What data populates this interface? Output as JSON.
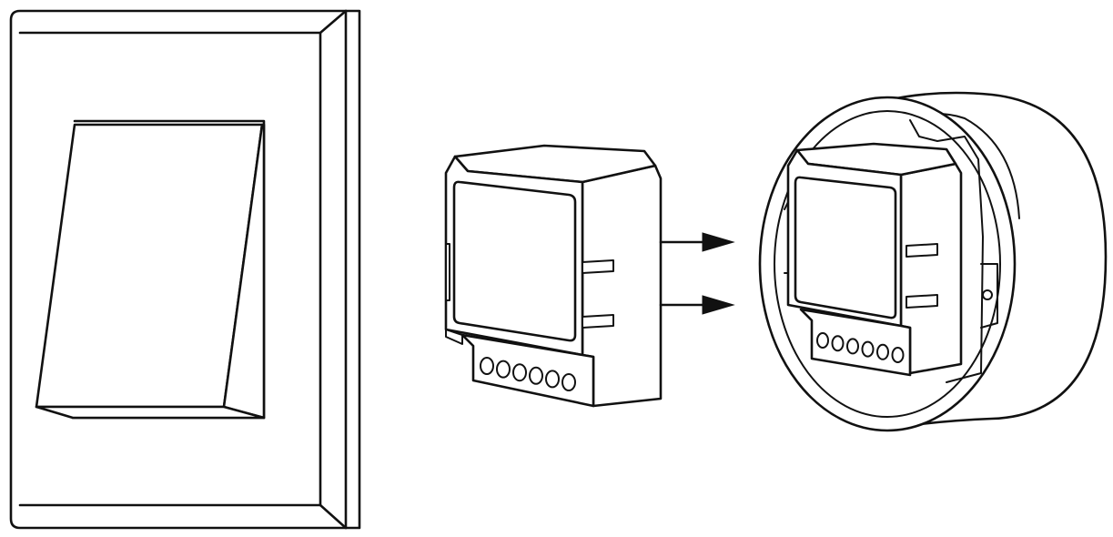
{
  "diagram": {
    "panels": [
      "wall-switch",
      "relay-module",
      "wall-box-installed"
    ],
    "arrow_count": 2,
    "terminal_count": 6,
    "colors": {
      "line": "#111111",
      "background": "#ffffff"
    }
  }
}
